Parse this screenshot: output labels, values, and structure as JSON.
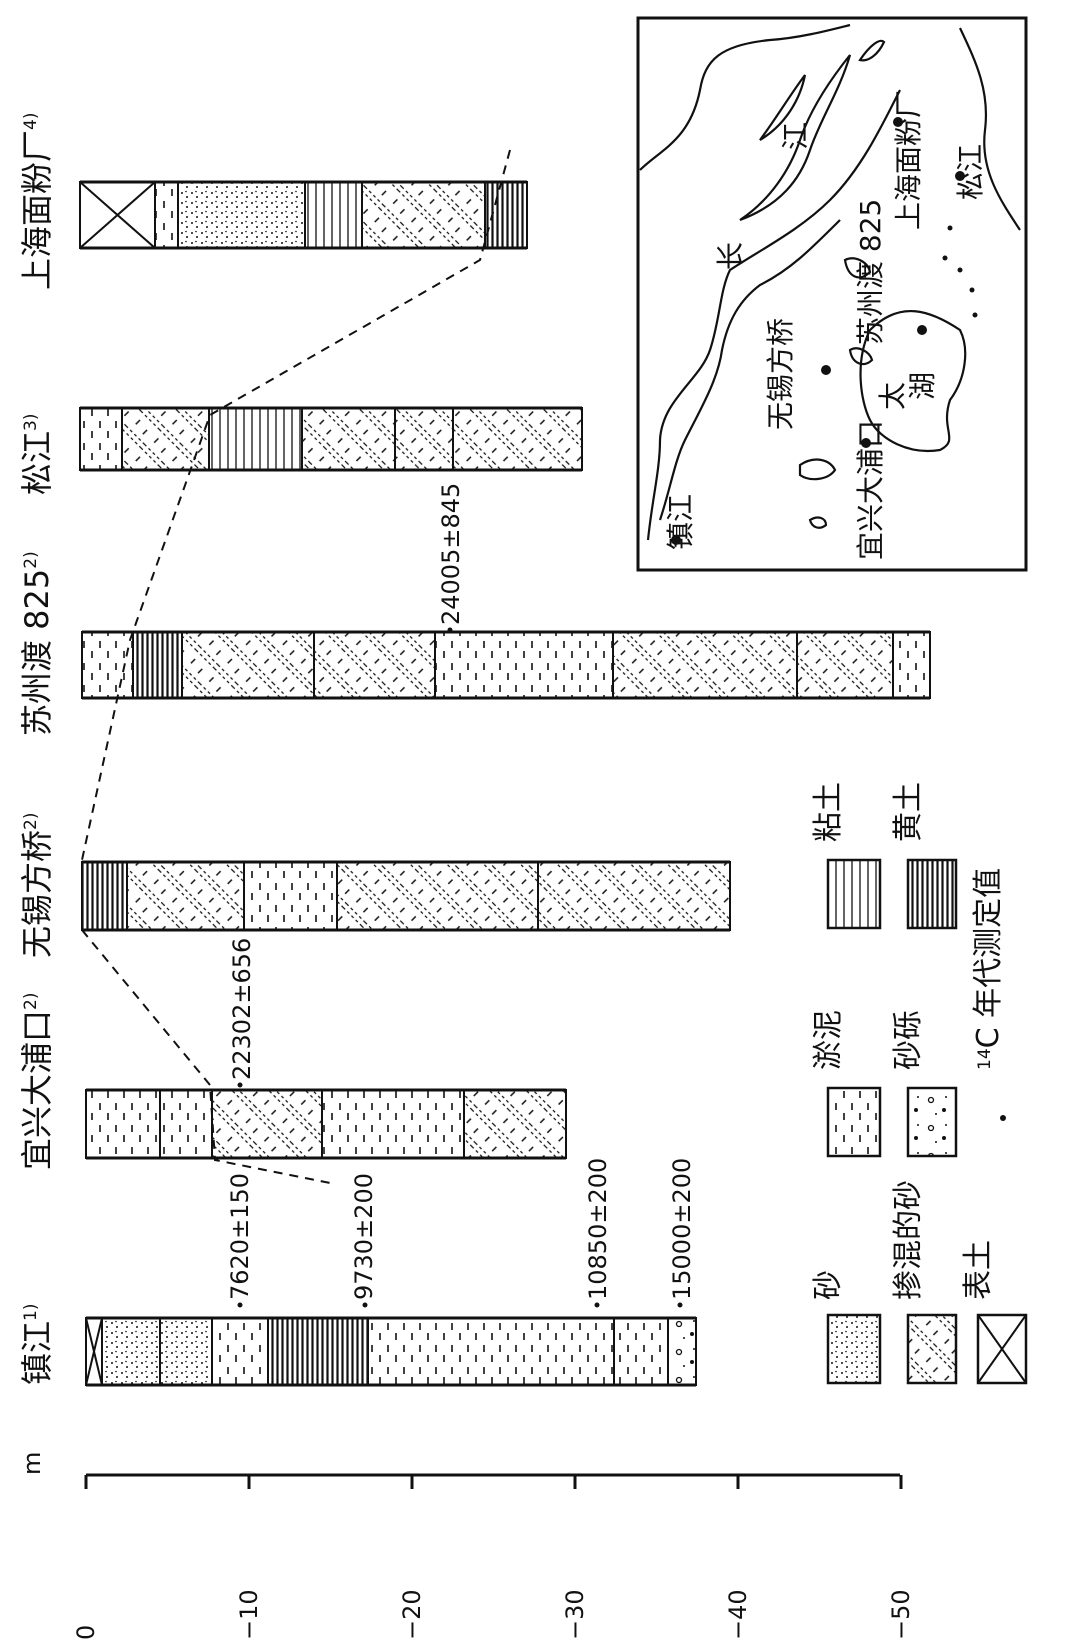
{
  "axis": {
    "unit": "m",
    "ticks": [
      "0",
      "−10",
      "−20",
      "−30",
      "−40",
      "−50"
    ]
  },
  "columns": [
    {
      "name": "镇江",
      "sup": "1)"
    },
    {
      "name": "宜兴大浦口",
      "sup": "2)"
    },
    {
      "name": "无锡方桥",
      "sup": "2)"
    },
    {
      "name": "苏州渡 825",
      "sup": "2)"
    },
    {
      "name": "松江",
      "sup": "3)"
    },
    {
      "name": "上海面粉厂",
      "sup": "4)"
    }
  ],
  "dates": {
    "zhenjiang": [
      "7620±150",
      "9730±200",
      "10850±200",
      "15000±200"
    ],
    "yixing": "22302±656",
    "suzhou": "24005±845"
  },
  "legend": {
    "sand": "砂",
    "silt": "淤泥",
    "clay": "粘土",
    "mixed_sand": "掺混的砂",
    "gravel": "砂砾",
    "loess": "黄土",
    "topsoil": "表土",
    "c14_sup": "14",
    "c14_text": "C 年代测定值"
  },
  "map": {
    "places": {
      "zhenjiang": "镇江",
      "yixing": "宜兴大浦口",
      "wuxi": "无锡方桥",
      "suzhou": "苏州渡 825",
      "shanghai": "上海面粉厂",
      "songjiang": "松江"
    },
    "river": [
      "长",
      "江"
    ],
    "lake": [
      "太",
      "湖"
    ]
  },
  "colors": {
    "ink": "#111111",
    "paper": "#ffffff"
  }
}
